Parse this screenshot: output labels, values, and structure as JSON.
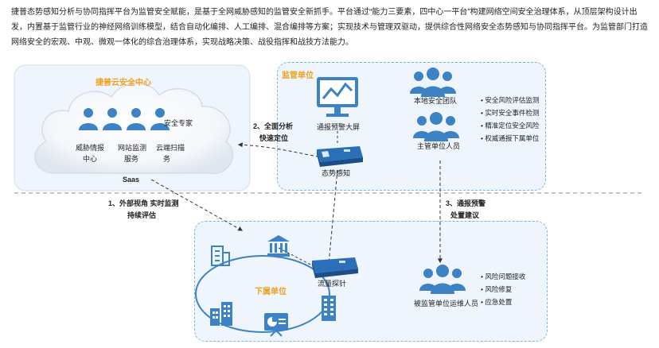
{
  "intro": "捷普态势感知分析与协同指挥平台为监管安全赋能，是基于全网威胁感知的监管安全新抓手。平台通过“能力三要素，四中心一平台”构建网络空间安全治理体系，从顶层架构设计出发，内置基于监管行业的神经网络训练模型，结合自动化编排、人工编排、混合编排等方案；实现技术与管理双驱动，提供综合性网络安全态势感知与协同指挥平台。为监管部门打造网络安全的宏观、中观、微观一体化的综合治理体系，实现战略决策、战役指挥和战技方法能力。",
  "cloud": {
    "title": "捷普云安全中心",
    "expert": "安全专家",
    "intel_center_1": "威胁情报",
    "intel_center_2": "中心",
    "web_monitor_1": "网站监测",
    "web_monitor_2": "服务",
    "cloud_scan_1": "云端扫描",
    "cloud_scan_2": "务",
    "saas": "Saas"
  },
  "supervisor": {
    "title": "监管单位",
    "screen_label": "通报预警大屏",
    "team_label": "本地安全团队",
    "staff_label": "主管单位人员",
    "device_label": "态势感知",
    "bullets": [
      "安全风险评估监测",
      "实时安全事件检测",
      "精准定位安全风险",
      "权威通报下属单位"
    ]
  },
  "subordinate": {
    "title": "下属单位",
    "probe_label": "流量探针",
    "ops_label": "被监管单位运维人员",
    "bullets": [
      "风险问题接收",
      "风险修复",
      "应急处置"
    ]
  },
  "steps": {
    "step1_a": "1、外部视角 实时监测",
    "step1_b": "持续评估",
    "step2_a": "2、全面分析",
    "step2_b": "快速定位",
    "step3_a": "3、通报预警",
    "step3_b": "处置建议"
  },
  "colors": {
    "icon_blue": "#3d82c4",
    "dashed_border": "#7fb4e6",
    "panel_fill": "#eef5fc",
    "title_orange": "#f0a020"
  }
}
